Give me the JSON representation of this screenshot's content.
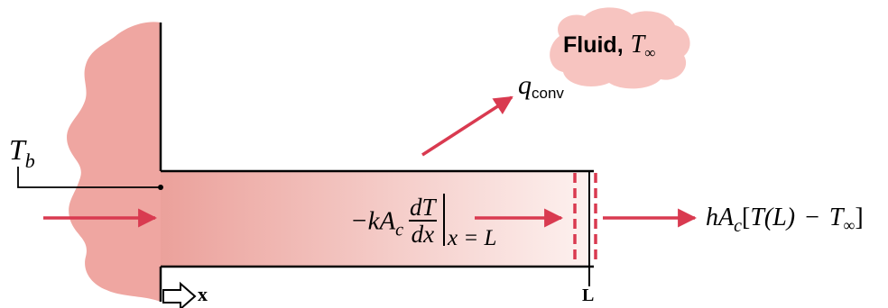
{
  "colors": {
    "wall_fill": "#efa6a1",
    "fin_dark": "#eba19b",
    "fin_light": "#fdf1ef",
    "arrow": "#d93a50",
    "cloud_fill": "#f7c4c0",
    "line": "#000000"
  },
  "fluid": {
    "word": "Fluid",
    "sep": ",",
    "symbol": "T",
    "subscript": "∞"
  },
  "q_conv": {
    "symbol": "q",
    "subscript": "conv"
  },
  "t_base": {
    "symbol": "T",
    "subscript": "b"
  },
  "conduction": {
    "prefix": "−kA",
    "prefix_sub": "c",
    "num": "dT",
    "den": "dx",
    "eval": "x = L"
  },
  "tip_convection": {
    "prefix": "hA",
    "prefix_sub": "c",
    "bracket_open": "[",
    "func": "T(L)",
    "minus": "−",
    "tinf": "T",
    "tinf_sub": "∞",
    "bracket_close": "]"
  },
  "axis": {
    "x_label": "x",
    "L_label": "L"
  },
  "icons": {
    "wall": "wall-shape",
    "cloud": "cloud-shape",
    "axis_arrow": "hollow-arrow-icon"
  }
}
